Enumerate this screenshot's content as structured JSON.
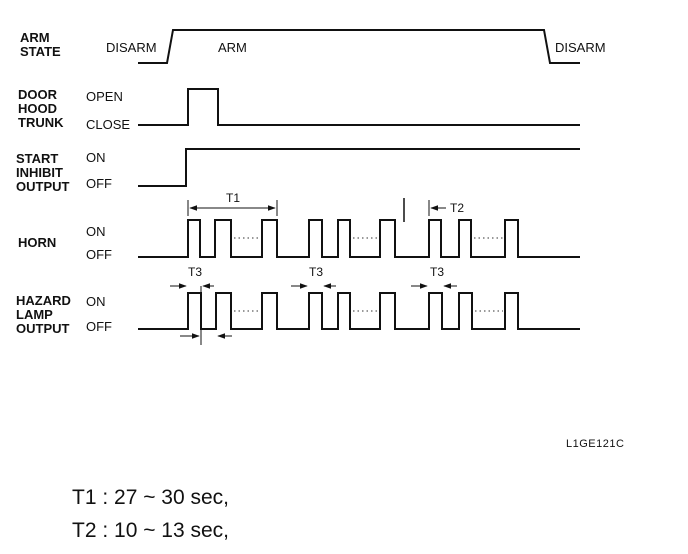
{
  "signals": [
    {
      "id": "arm",
      "label": [
        "ARM",
        "STATE"
      ]
    },
    {
      "id": "door",
      "label": [
        "DOOR",
        "HOOD",
        "TRUNK"
      ]
    },
    {
      "id": "start",
      "label": [
        "START",
        "INHIBIT",
        "OUTPUT"
      ]
    },
    {
      "id": "horn",
      "label": [
        "HORN"
      ]
    },
    {
      "id": "hazard",
      "label": [
        "HAZARD",
        "LAMP",
        "OUTPUT"
      ]
    }
  ],
  "levels": {
    "arm_left": "DISARM",
    "arm_mid": "ARM",
    "arm_right": "DISARM",
    "door_high": "OPEN",
    "door_low": "CLOSE",
    "start_high": "ON",
    "start_low": "OFF",
    "horn_high": "ON",
    "horn_low": "OFF",
    "hazard_high": "ON",
    "hazard_low": "OFF"
  },
  "timings": {
    "t1": "T1",
    "t2": "T2",
    "t3": "T3"
  },
  "figure_code": "L1GE121C",
  "legend": [
    "T1 : 27 ~ 30 sec,",
    "T2 : 10 ~ 13 sec,"
  ]
}
